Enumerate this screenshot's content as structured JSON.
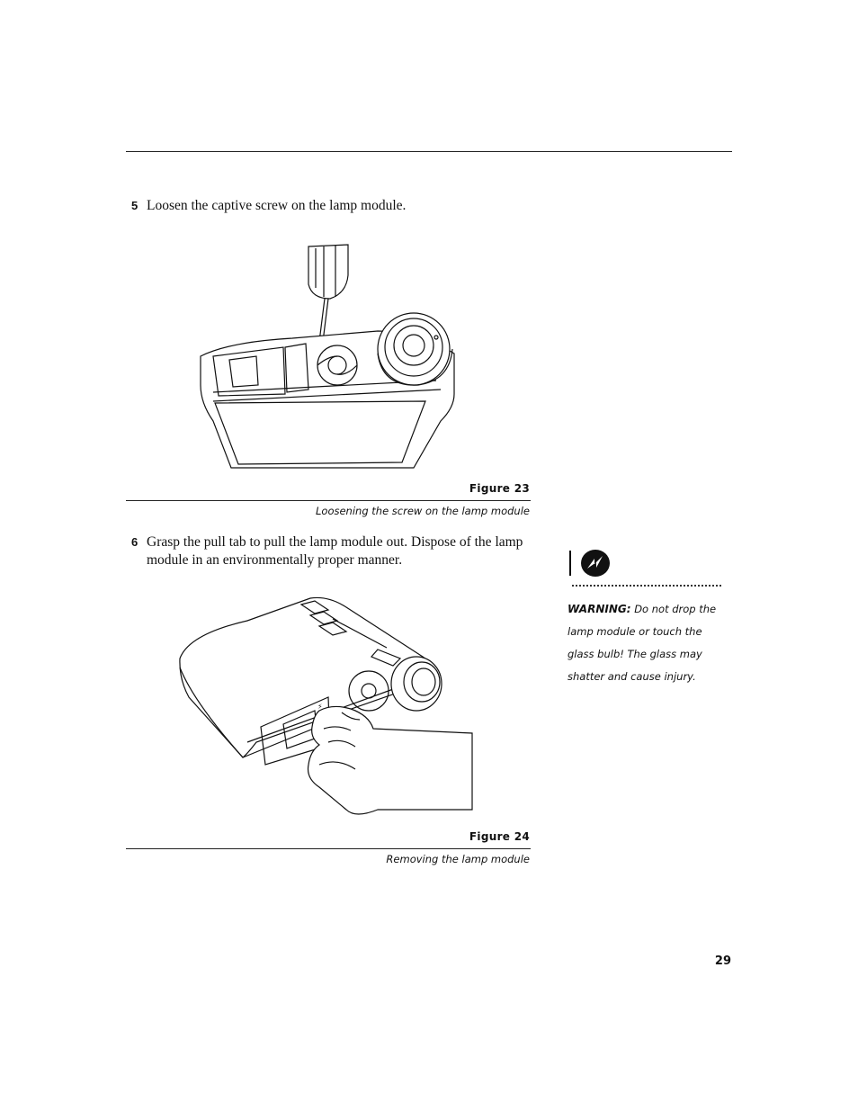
{
  "steps": [
    {
      "number": "5",
      "text": "Loosen the captive screw on the lamp module."
    },
    {
      "number": "6",
      "text": "Grasp the pull tab to pull the lamp module out. Dispose of the lamp module in an environmentally proper manner."
    }
  ],
  "figures": [
    {
      "label": "Figure 23",
      "caption": "Loosening the screw on the lamp module"
    },
    {
      "label": "Figure 24",
      "caption": "Removing the lamp module"
    }
  ],
  "warning": {
    "icon": "lightning-bolt-icon",
    "title": "WARNING:",
    "text": "Do not drop the lamp module or touch the glass bulb! The glass may shatter and cause injury."
  },
  "page_number": "29"
}
